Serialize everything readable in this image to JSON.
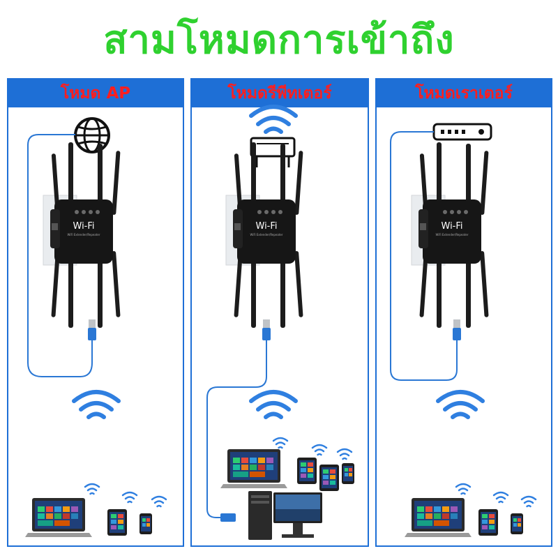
{
  "title": "สามโหมดการเข้าถึง",
  "panels": [
    {
      "label": "โหมด AP",
      "source_icon": "globe-icon"
    },
    {
      "label": "โหมดรีพีทเตอร์",
      "source_icon": "router-wifi-icon"
    },
    {
      "label": "โหมดเราเตอร์",
      "source_icon": "modem-icon"
    }
  ],
  "device_text": {
    "brand": "WiFi",
    "subtitle": "WiFi Extender/Repeater"
  },
  "colors": {
    "title": "#2fd12f",
    "panel_header": "#1e6fd6",
    "header_text": "#ff1e1e",
    "wifi": "#2f7fe0",
    "cable": "#2a77d4"
  }
}
